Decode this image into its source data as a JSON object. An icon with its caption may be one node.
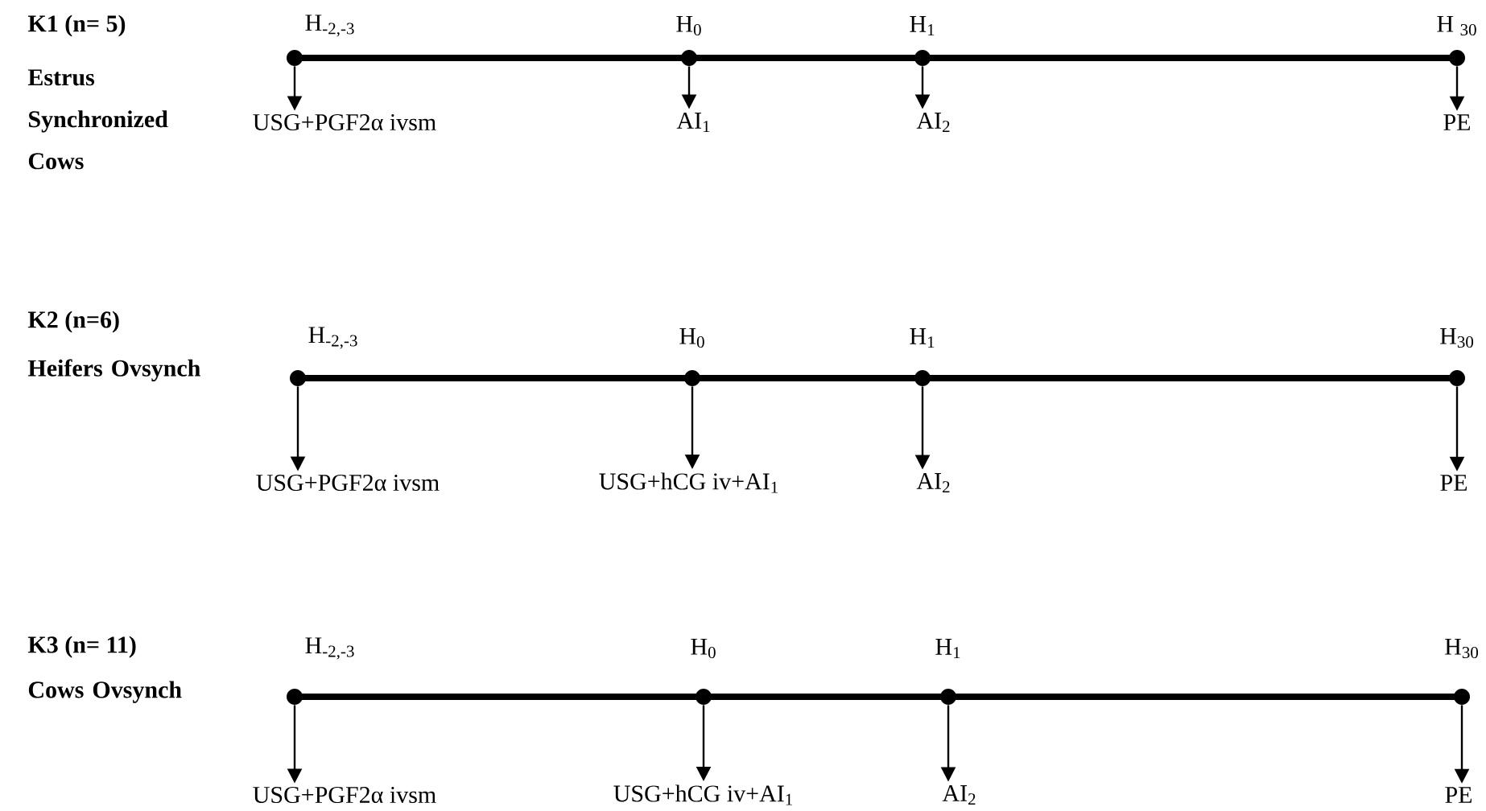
{
  "diagram": {
    "nodes": [
      {
        "text": [],
        "shape": "circle",
        "beside": [
          "H$_{-2,-3}$"
        ]
      },
      {
        "text": [],
        "shape": "circle",
        "beside": [
          "H$_{0}$"
        ]
      },
      {
        "text": [],
        "shape": "circle",
        "beside": [
          "H$_{1}$"
        ]
      },
      {
        "text": [],
        "shape": "circle",
        "beside": [
          "H $_{30}$"
        ]
      },
      {
        "text": [
          "USG+PGF2α ivsm"
        ]
      },
      {
        "text": [
          "AI$_{1}$"
        ]
      },
      {
        "text": [
          "AI$_{2}$"
        ]
      },
      {
        "text": [
          "PE"
        ]
      },
      {
        "text": [],
        "shape": "circle",
        "beside": [
          "H$_{-2,-3}$"
        ]
      },
      {
        "text": [],
        "shape": "circle",
        "beside": [
          "H$_{0}$"
        ]
      },
      {
        "text": [],
        "shape": "circle",
        "beside": [
          "H$_{1}$"
        ]
      },
      {
        "text": [],
        "shape": "circle",
        "beside": [
          "H$_{30}$"
        ]
      },
      {
        "text": [
          "USG+PGF2α ivsm"
        ]
      },
      {
        "text": [
          "USG+hCG iv+AI$_{1}$"
        ]
      },
      {
        "text": [
          "AI$_{2}$"
        ]
      },
      {
        "text": [
          "PE"
        ]
      },
      {
        "text": [],
        "shape": "circle",
        "beside": [
          "H$_{-2,-3}$"
        ]
      },
      {
        "text": [],
        "shape": "circle",
        "beside": [
          "H$_{0}$"
        ]
      },
      {
        "text": [],
        "shape": "circle",
        "beside": [
          "H$_{1}$"
        ]
      },
      {
        "text": [],
        "shape": "circle",
        "beside": [
          "H$_{30}$"
        ]
      },
      {
        "text": [
          "USG+PGF2α ivsm"
        ]
      },
      {
        "text": [
          "USG+hCG iv+AI$_{1}$"
        ]
      },
      {
        "text": [
          "AI$_{2}$"
        ]
      },
      {
        "text": [
          "PE"
        ]
      }
    ],
    "edges": [
      {
        "from": 0,
        "to": 1,
        "arrow": "none",
        "style": "thick"
      },
      {
        "from": 1,
        "to": 2,
        "arrow": "none",
        "style": "thick"
      },
      {
        "from": 2,
        "to": 3,
        "arrow": "none",
        "style": "thick"
      },
      {
        "from": 0,
        "to": 4,
        "arrow": "to"
      },
      {
        "from": 1,
        "to": 5,
        "arrow": "to"
      },
      {
        "from": 2,
        "to": 6,
        "arrow": "to"
      },
      {
        "from": 3,
        "to": 7,
        "arrow": "to"
      },
      {
        "from": 8,
        "to": 9,
        "arrow": "none",
        "style": "thick"
      },
      {
        "from": 9,
        "to": 10,
        "arrow": "none",
        "style": "thick"
      },
      {
        "from": 10,
        "to": 11,
        "arrow": "none",
        "style": "thick"
      },
      {
        "from": 8,
        "to": 12,
        "arrow": "to"
      },
      {
        "from": 9,
        "to": 13,
        "arrow": "to"
      },
      {
        "from": 10,
        "to": 14,
        "arrow": "to"
      },
      {
        "from": 11,
        "to": 15,
        "arrow": "to"
      },
      {
        "from": 16,
        "to": 17,
        "arrow": "none",
        "style": "thick"
      },
      {
        "from": 17,
        "to": 18,
        "arrow": "none",
        "style": "thick"
      },
      {
        "from": 18,
        "to": 19,
        "arrow": "none",
        "style": "thick"
      },
      {
        "from": 16,
        "to": 20,
        "arrow": "to"
      },
      {
        "from": 17,
        "to": 21,
        "arrow": "to"
      },
      {
        "from": 18,
        "to": 22,
        "arrow": "to"
      },
      {
        "from": 19,
        "to": 23,
        "arrow": "to"
      }
    ],
    "labels": [
      "K1 (n= 5)",
      "Estrus Synchronized Cows",
      "K2 (n=6)",
      "Heifers Ovsynch",
      "K3 (n= 11)",
      "Cows Ovsynch"
    ]
  }
}
